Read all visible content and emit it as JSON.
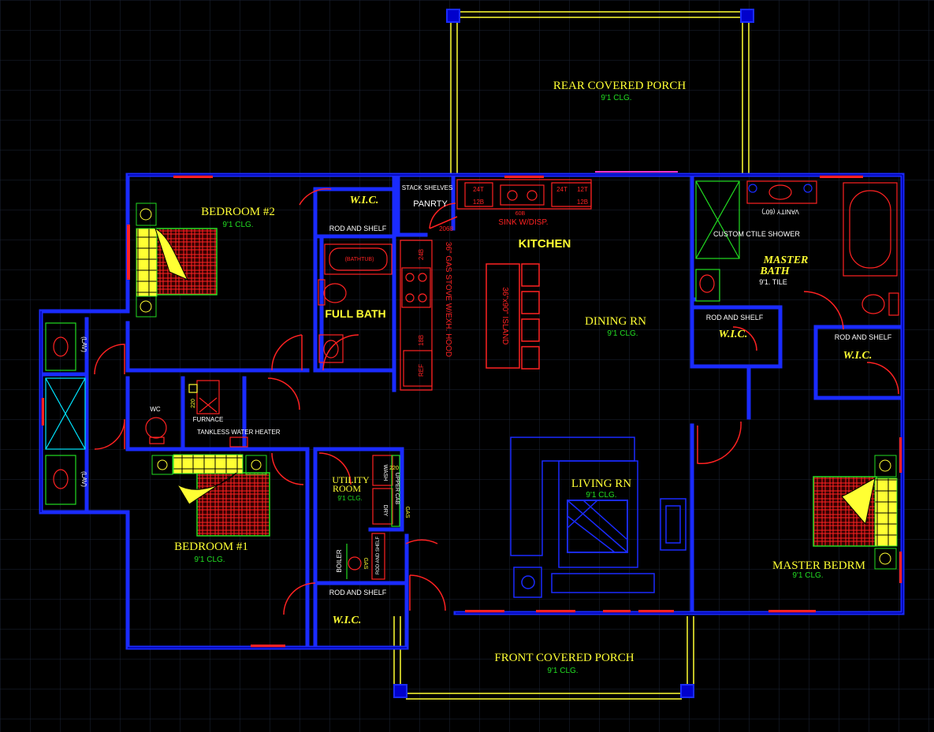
{
  "colors": {
    "background": "#000000",
    "grid": "#1a2233",
    "wall": "#1a2bff",
    "wall_fill": "#0000cc",
    "yellow": "#ffff33",
    "green": "#22dd22",
    "red": "#ff2222",
    "cyan": "#00e5ff",
    "white": "#ffffff",
    "magenta": "#ff33cc"
  },
  "rooms": {
    "rear_porch": {
      "name": "REAR COVERED PORCH",
      "clg": "9'1 CLG."
    },
    "bedroom2": {
      "name": "BEDROOM #2",
      "clg": "9'1 CLG."
    },
    "wic_bed2": {
      "name": "W.I.C.",
      "rod": "ROD AND SHELF"
    },
    "pantry": {
      "name": "PANRTY",
      "shelves": "STACK SHELVES",
      "door": "2068"
    },
    "kitchen": {
      "name": "KITCHEN",
      "sink": "SINK W/DISP.",
      "sink_size": "60B",
      "cab_24t": "24T",
      "cab_12b": "12B",
      "cab_12t": "12T",
      "cab_24b": "24B",
      "cab_18b": "18B",
      "stove": "36\" GAS STOVE W/EXH. HOOD",
      "ref": "REF",
      "island": "36\"x90\" ISLAND"
    },
    "full_bath": {
      "name": "FULL BATH",
      "tub": "(BATHTUB)"
    },
    "dining": {
      "name": "DINING RN",
      "clg": "9'1 CLG."
    },
    "master_bath": {
      "name1": "MASTER",
      "name2": "BATH",
      "tile": "9'1. TILE",
      "shower": "CUSTOM CTILE SHOWER",
      "vanity": "VANITY (60\")"
    },
    "wic_master1": {
      "name": "W.I.C.",
      "rod": "ROD AND SHELF"
    },
    "wic_master2": {
      "name": "W.I.C.",
      "rod": "ROD AND SHELF"
    },
    "hall_bath": {
      "lav": "(LAV)",
      "wc": "WC"
    },
    "mech": {
      "furnace": "FURNACE",
      "heater": "TANKLESS WATER HEATER",
      "power": "220"
    },
    "bedroom1": {
      "name": "BEDROOM #1",
      "clg": "9'1 CLG."
    },
    "utility": {
      "name1": "UTILITY",
      "name2": "ROOM",
      "clg": "9'1 CLG.",
      "wash": "WASH",
      "dry": "DRY",
      "upper": "UPPER CAB",
      "gas": "GAS",
      "power": "220",
      "boiler": "BOILER",
      "rod": "ROD AND SHELF"
    },
    "wic_bed1": {
      "name": "W.I.C.",
      "rod": "ROD AND SHELF"
    },
    "living": {
      "name": "LIVING RN",
      "clg": "9'1 CLG."
    },
    "master_bedroom": {
      "name": "MASTER BEDRM",
      "clg": "9'1 CLG."
    },
    "front_porch": {
      "name": "FRONT COVERED PORCH",
      "clg": "9'1 CLG."
    }
  }
}
